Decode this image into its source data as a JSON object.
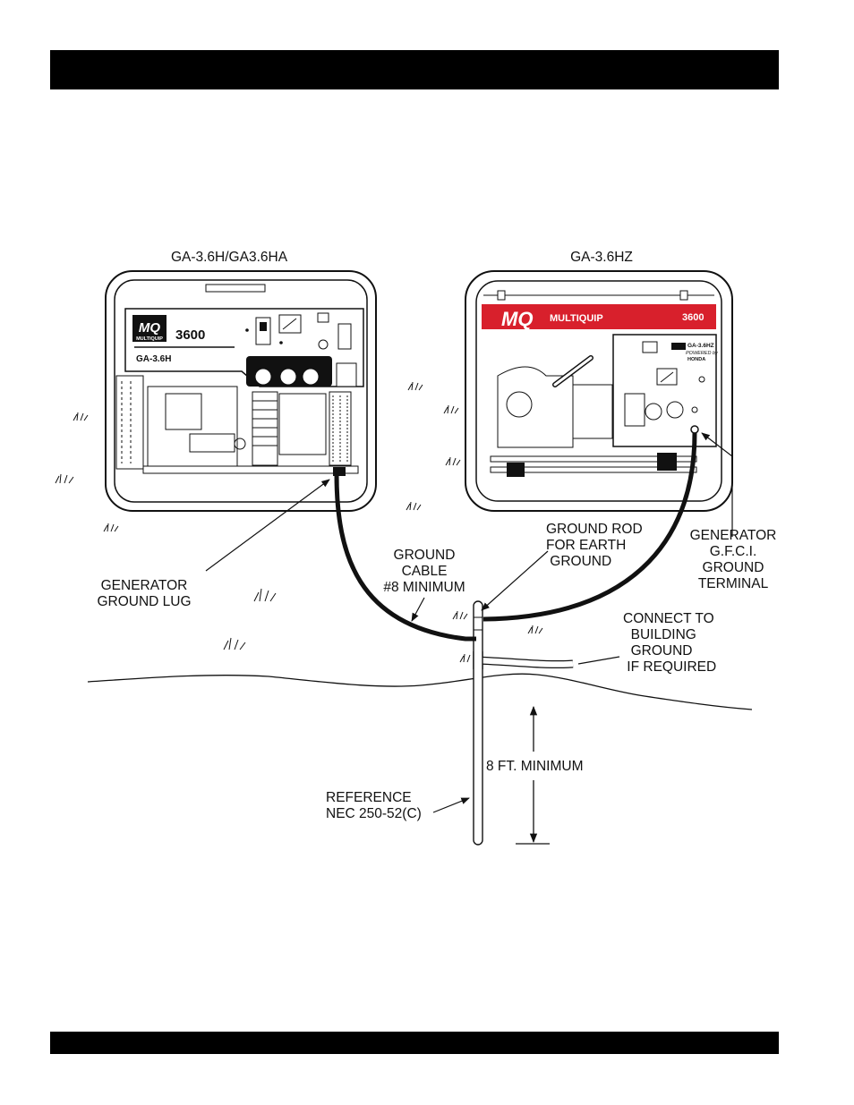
{
  "header_bar": "",
  "footer_bar": "",
  "diagram": {
    "left_generator": {
      "caption": "GA-3.6H/GA3.6HA",
      "brand_logo": "MQ",
      "brand_name": "MULTIQUIP",
      "model_number": "3600",
      "model_label": "GA-3.6H"
    },
    "right_generator": {
      "caption": "GA-3.6HZ",
      "brand_logo": "MQ",
      "brand_name": "MULTIQUIP",
      "model_number": "3600",
      "panel_model": "GA-3.6HZ",
      "panel_powered": "POWERED by",
      "panel_honda": "HONDA"
    },
    "labels": {
      "ground_lug": "GENERATOR\nGROUND LUG",
      "ground_cable": "GROUND\nCABLE\n#8 MINIMUM",
      "ground_rod": "GROUND ROD\nFOR EARTH\n GROUND",
      "gfci_terminal": "GENERATOR\nG.F.C.I.\nGROUND\nTERMINAL",
      "building_ground": "CONNECT TO\n  BUILDING\n  GROUND\n IF REQUIRED",
      "depth": "8 FT. MINIMUM",
      "reference": "REFERENCE\nNEC 250-52(C)"
    }
  }
}
